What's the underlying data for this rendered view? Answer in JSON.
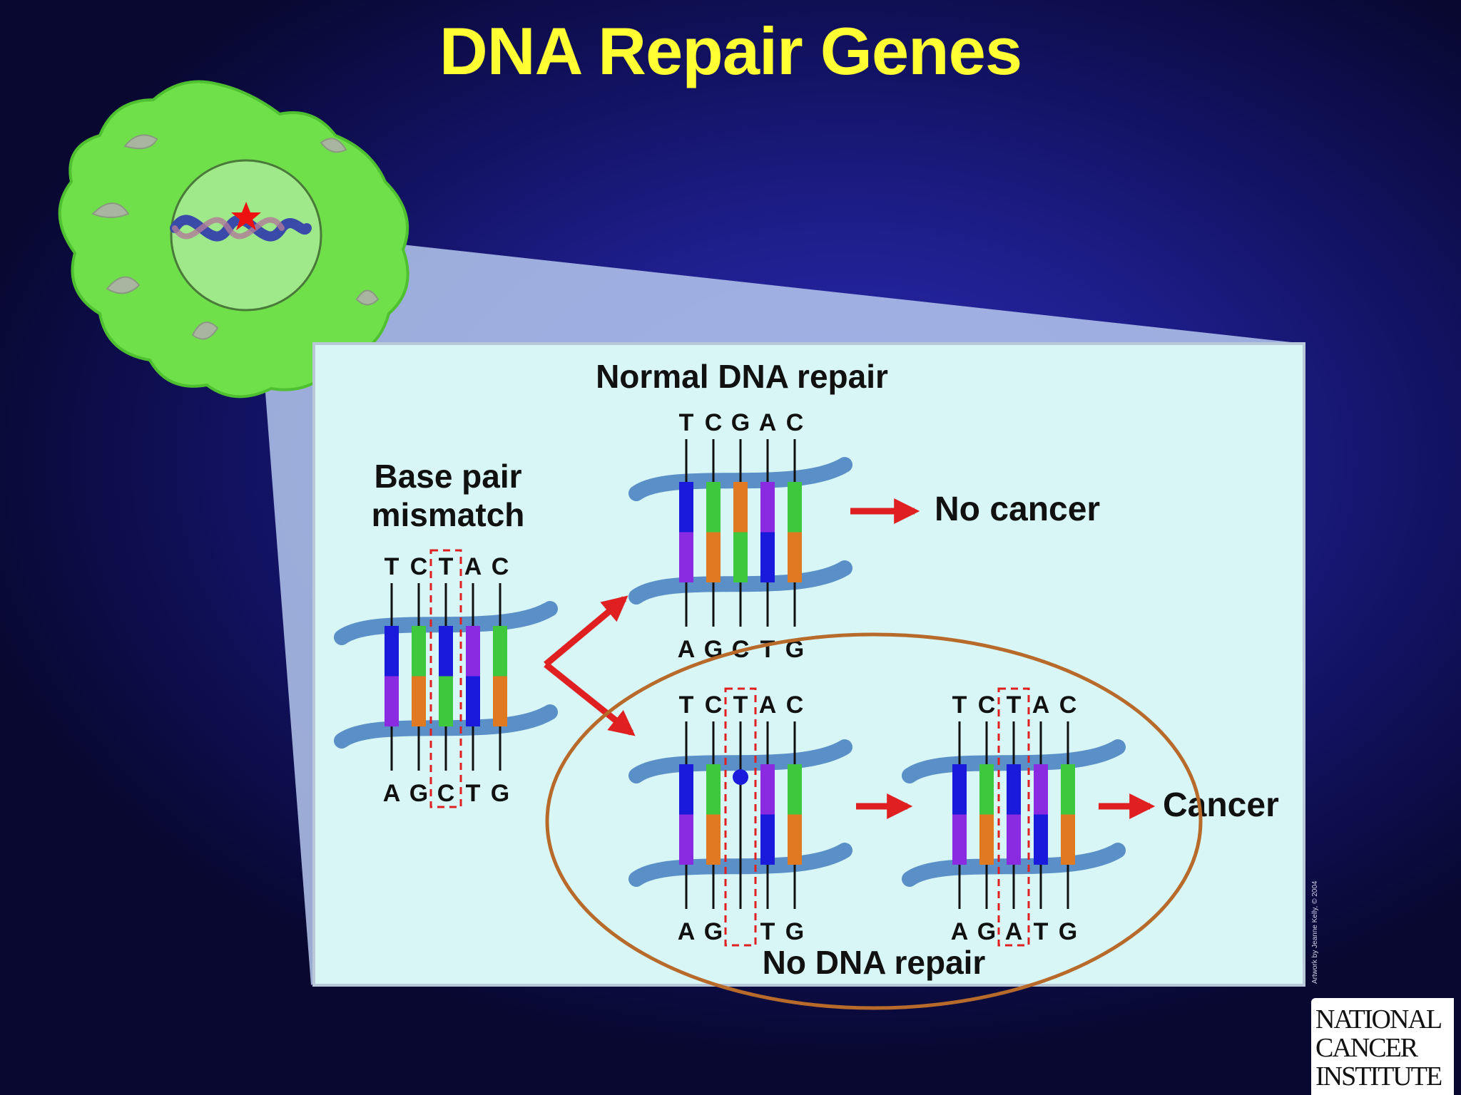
{
  "title": "DNA Repair Genes",
  "labels": {
    "mismatch_line1": "Base pair",
    "mismatch_line2": "mismatch",
    "normal": "Normal DNA repair",
    "no_repair": "No DNA repair",
    "no_cancer": "No cancer",
    "cancer": "Cancer"
  },
  "letters": {
    "mismatch_top": [
      "T",
      "C",
      "T",
      "A",
      "C"
    ],
    "mismatch_bottom": [
      "A",
      "G",
      "C",
      "T",
      "G"
    ],
    "normal_top": [
      "T",
      "C",
      "G",
      "A",
      "C"
    ],
    "normal_bottom": [
      "A",
      "G",
      "C",
      "T",
      "G"
    ],
    "norepair1_top": [
      "T",
      "C",
      "T",
      "A",
      "C"
    ],
    "norepair1_bottom": [
      "A",
      "G",
      "",
      "T",
      "G"
    ],
    "norepair2_top": [
      "T",
      "C",
      "T",
      "A",
      "C"
    ],
    "norepair2_bottom": [
      "A",
      "G",
      "A",
      "T",
      "G"
    ]
  },
  "logo": [
    "NATIONAL",
    "CANCER",
    "INSTITUTE"
  ],
  "credit": "Artwork by Jeanne Kelly, © 2004",
  "colors": {
    "title": "#ffff33",
    "panel": "#d8f6f6",
    "cell": "#6fe04a",
    "arrow": "#e02020",
    "highlight_ellipse": "#b86a2a",
    "base_A": "#8a2be2",
    "base_T": "#1a1adc",
    "base_G": "#e07a22",
    "base_C": "#3ec83e"
  }
}
